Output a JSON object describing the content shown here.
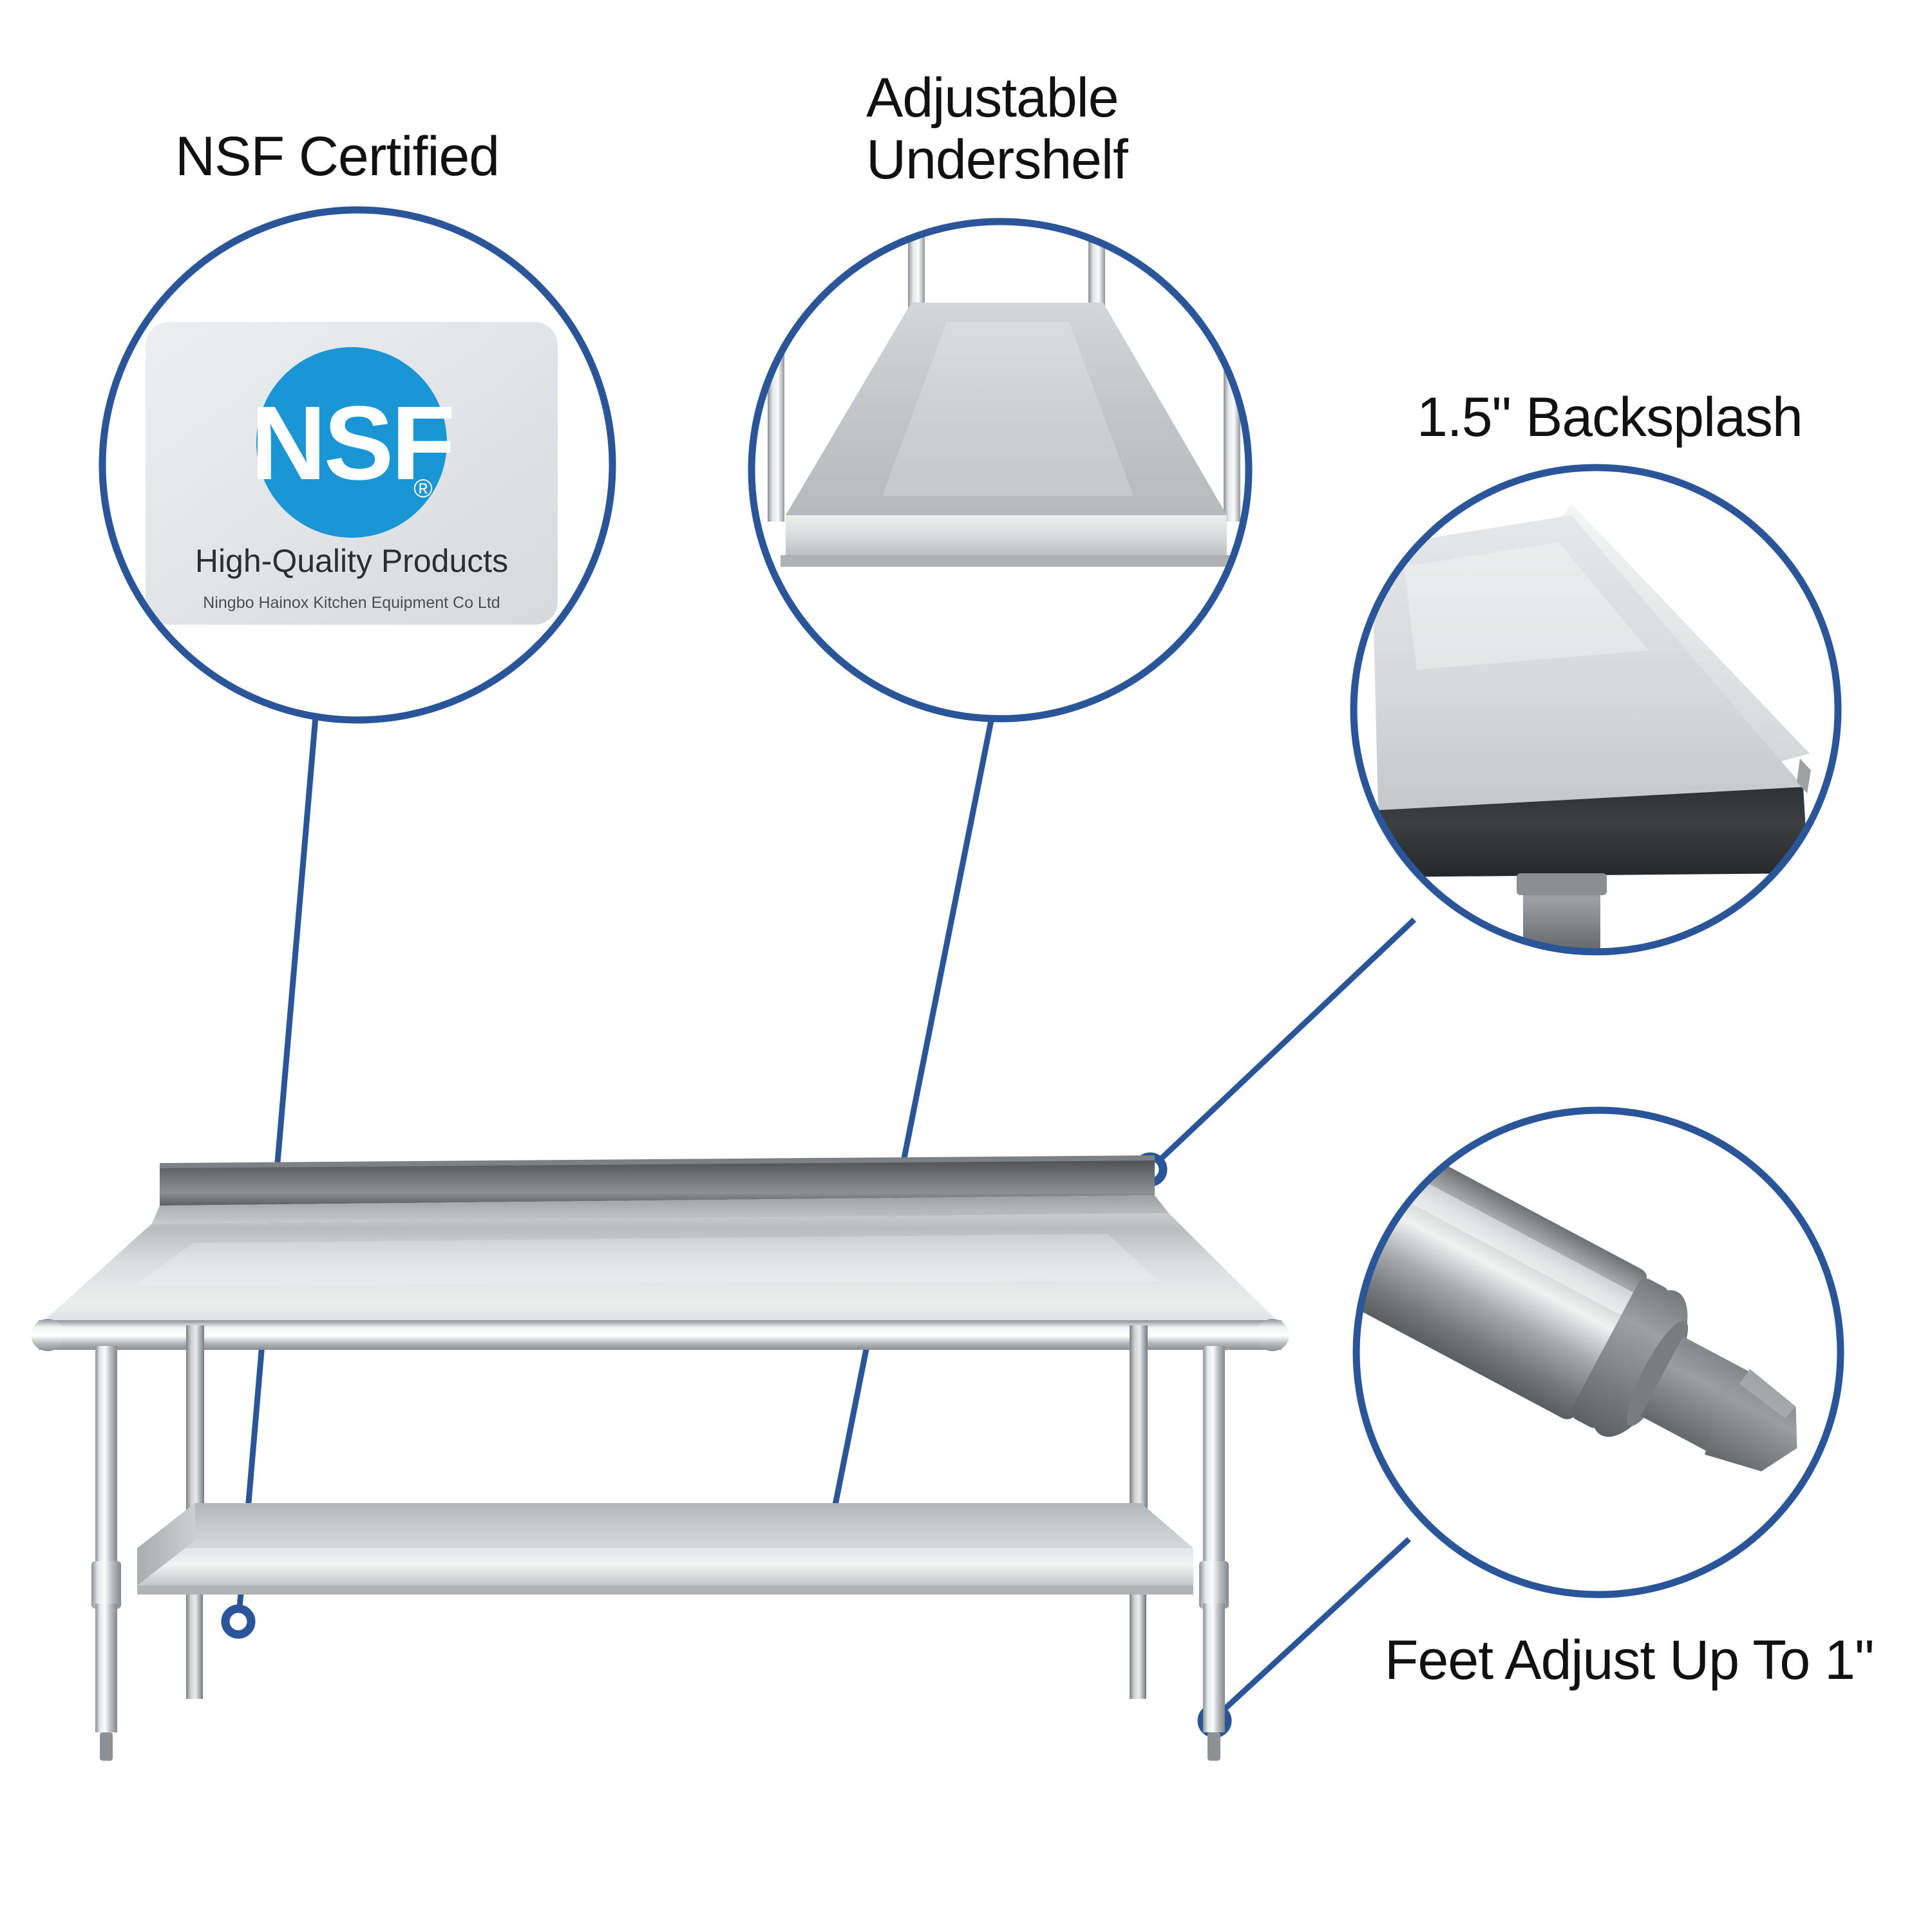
{
  "page": {
    "kind": "product-feature-infographic",
    "product": "Stainless Steel Commercial Work Table",
    "background_color": "#ffffff",
    "accent_color": "#2a5699",
    "nsf_logo_color": "#1b96d5"
  },
  "callouts": [
    {
      "id": "nsf-certified",
      "label": "NSF Certified",
      "detail": "nsf-certification-sticker",
      "target": "undershelf-left-edge"
    },
    {
      "id": "adjustable-undershelf",
      "label": "Adjustable\nUndershelf",
      "detail": "undershelf-perspective-view",
      "target": "undershelf-center"
    },
    {
      "id": "backsplash",
      "label": "1.5\" Backsplash",
      "detail": "tabletop-corner-with-backsplash",
      "target": "backsplash-right-end"
    },
    {
      "id": "adjustable-feet",
      "label": "Feet Adjust Up To 1\"",
      "detail": "leg-bullet-foot-closeup",
      "target": "right-front-leg-foot"
    }
  ],
  "nsf_badge": {
    "mark": "NSF",
    "registered_symbol": "®",
    "tagline": "High-Quality Products",
    "company": "Ningbo Hainox Kitchen Equipment Co  Ltd"
  },
  "table": {
    "name": "stainless-steel-work-table",
    "parts": [
      "backsplash",
      "work-surface",
      "rolled-front-edge",
      "legs",
      "undershelf",
      "adjustable-feet"
    ],
    "leg_count": 4
  }
}
